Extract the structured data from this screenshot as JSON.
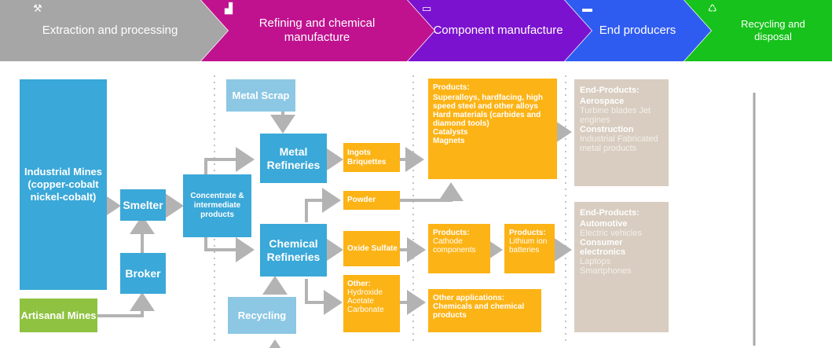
{
  "stages": [
    {
      "label": "Extraction and processing",
      "icon": "pickaxe-icon"
    },
    {
      "label": "Refining and chemical manufacture",
      "icon": "factory-icon"
    },
    {
      "label": "Component manufacture",
      "icon": "battery-icon"
    },
    {
      "label": "End producers",
      "icon": "car-icon"
    },
    {
      "label": "Recycling and disposal",
      "icon": "recycle-icon"
    }
  ],
  "nodes": {
    "industrial_mines": "Industrial Mines (copper-cobalt nickel-cobalt)",
    "artisanal_mines": "Artisanal Mines",
    "smelter": "Smelter",
    "broker": "Broker",
    "concentrate": "Concentrate & intermediate products",
    "metal_scrap": "Metal Scrap",
    "metal_refineries": "Metal Refineries",
    "chemical_refineries": "Chemical Refineries",
    "recycling": "Recycling",
    "ingots": "Ingots Briquettes",
    "powder": "Powder",
    "oxide": "Oxide Sulfate",
    "other_title": "Other:",
    "other_items": "Hydroxide Acetate Carbonate"
  },
  "products_1": {
    "title": "Products:",
    "items": [
      "Superalloys, hardfacing, high speed steel and other alloys",
      "Hard materials (carbides and diamond tools)",
      "Catalysts",
      "Magnets"
    ]
  },
  "products_2": {
    "title": "Products:",
    "items": "Cathode components"
  },
  "products_3": {
    "title": "Products:",
    "items": "Lithium ion batteries"
  },
  "other_applications": {
    "title": "Other applications:",
    "items": "Chemicals and chemical products"
  },
  "end_products_1": {
    "title": "End-Products:",
    "sections": [
      {
        "heading": "Aerospace",
        "items": "Turbine blades Jet engines"
      },
      {
        "heading": "Construction",
        "items": "Industrial Fabricated metal products"
      }
    ]
  },
  "end_products_2": {
    "title": "End-Products:",
    "sections": [
      {
        "heading": "Automotive",
        "items": "Electric vehicles"
      },
      {
        "heading": "Consumer electronics",
        "items": "Laptops Smartphones"
      }
    ]
  },
  "colors": {
    "extraction": "#a6a6a6",
    "refining": "#c0128f",
    "component": "#7b12cf",
    "end_producers": "#2f5cf0",
    "recycling": "#16c21b",
    "node_blue": "#3aa8d8",
    "node_orange": "#fcb315",
    "node_green": "#8fc241",
    "node_tan": "#d8cdc0",
    "arrow": "#b3b3b3"
  }
}
